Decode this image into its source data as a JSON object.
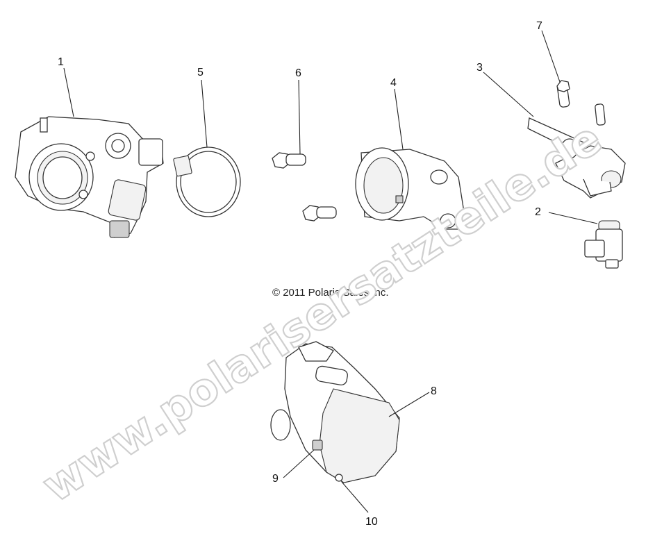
{
  "copyright": "© 2011 Polaris Sales Inc.",
  "watermark": "www.polarisersatzteile.de",
  "callouts": {
    "c1": "1",
    "c2": "2",
    "c3": "3",
    "c4": "4",
    "c5": "5",
    "c6": "6",
    "c7": "7",
    "c8": "8",
    "c9": "9",
    "c10": "10"
  }
}
